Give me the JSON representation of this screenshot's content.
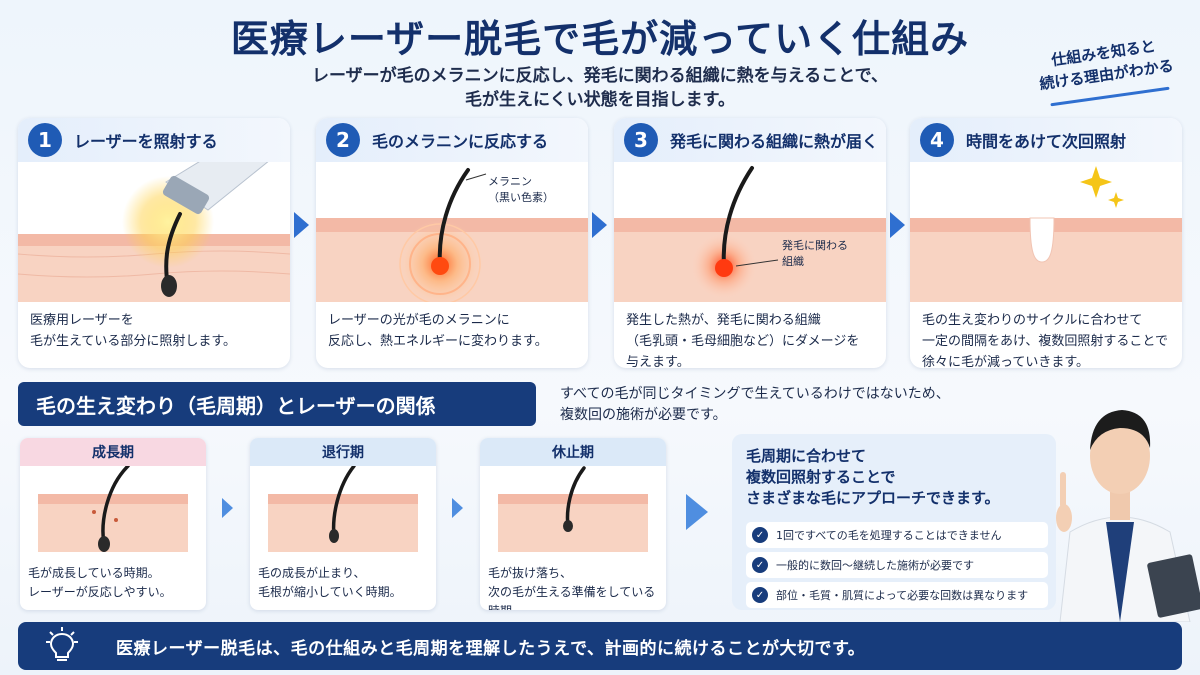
{
  "header": {
    "title": "医療レーザー脱毛で毛が減っていく仕組み",
    "subtitle_line1": "レーザーが毛のメラニンに反応し、発毛に関わる組織に熱を与えることで、",
    "subtitle_line2": "毛が生えにくい状態を目指します。",
    "badge_line1": "仕組みを知ると",
    "badge_line2": "続ける理由がわかる"
  },
  "steps": [
    {
      "number": "1",
      "title": "レーザーを照射する",
      "text_line1": "医療用レーザーを",
      "text_line2": "毛が生えている部分に照射します。",
      "text_line3": ""
    },
    {
      "number": "2",
      "title": "毛のメラニンに反応する",
      "label_line1": "メラニン",
      "label_line2": "（黒い色素）",
      "text_line1": "レーザーの光が毛のメラニンに",
      "text_line2": "反応し、熱エネルギーに変わります。",
      "text_line3": ""
    },
    {
      "number": "3",
      "title": "発毛に関わる組織に熱が届く",
      "label_line1": "発毛に関わる",
      "label_line2": "組織",
      "text_line1": "発生した熱が、発毛に関わる組織",
      "text_line2": "（毛乳頭・毛母細胞など）にダメージを",
      "text_line3": "与えます。"
    },
    {
      "number": "4",
      "title": "時間をあけて次回照射",
      "text_line1": "毛の生え変わりのサイクルに合わせて",
      "text_line2": "一定の間隔をあけ、複数回照射することで",
      "text_line3": "徐々に毛が減っていきます。"
    }
  ],
  "cycle": {
    "heading": "毛の生え変わり（毛周期）とレーザーの関係",
    "note_line1": "すべての毛が同じタイミングで生えているわけではないため、",
    "note_line2": "複数回の施術が必要です。",
    "phases": [
      {
        "name": "成長期",
        "text_line1": "毛が成長している時期。",
        "text_line2": "レーザーが反応しやすい。"
      },
      {
        "name": "退行期",
        "text_line1": "毛の成長が止まり、",
        "text_line2": "毛根が縮小していく時期。"
      },
      {
        "name": "休止期",
        "text_line1": "毛が抜け落ち、",
        "text_line2": "次の毛が生える準備をしている時期。"
      }
    ]
  },
  "info": {
    "title_line1": "毛周期に合わせて",
    "title_line2": "複数回照射することで",
    "title_line3": "さまざまな毛にアプローチできます。",
    "items": [
      "1回ですべての毛を処理することはできません",
      "一般的に数回〜継続した施術が必要です",
      "部位・毛質・肌質によって必要な回数は異なります"
    ]
  },
  "footer": {
    "text": "医療レーザー脱毛は、毛の仕組みと毛周期を理解したうえで、計画的に続けることが大切です。"
  },
  "colors": {
    "navy": "#173c7c",
    "accent_blue": "#1f5bb5",
    "skin": "#f4cbb8",
    "heat": "#ff6a2a",
    "growth_header": "#f8d8e2",
    "phase_header": "#dbe9f8"
  },
  "icons": [
    "check-icon",
    "lightbulb-icon",
    "sparkle-icon",
    "arrow-right-icon"
  ]
}
